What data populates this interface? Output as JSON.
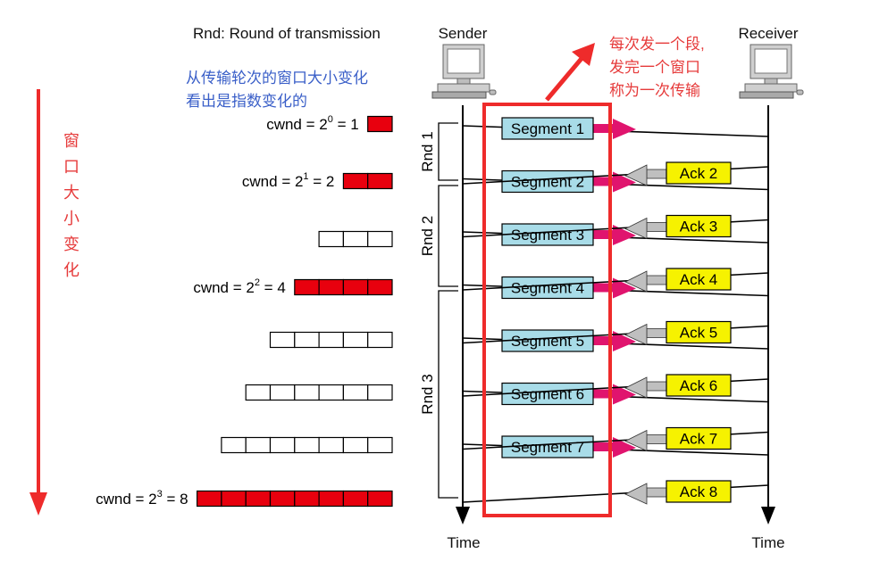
{
  "legend_text": "Rnd: Round of transmission",
  "sender_label": "Sender",
  "receiver_label": "Receiver",
  "time_label": "Time",
  "note_blue": [
    "从传输轮次的窗口大小变化",
    "看出是指数变化的"
  ],
  "note_red": [
    "每次发一个段,",
    "发完一个窗口",
    "称为一次传输"
  ],
  "vertical_note": [
    "窗",
    "口",
    "大",
    "小",
    "变",
    "化"
  ],
  "rounds": [
    "Rnd 1",
    "Rnd 2",
    "Rnd 3"
  ],
  "segments": [
    "Segment 1",
    "Segment 2",
    "Segment 3",
    "Segment 4",
    "Segment 5",
    "Segment 6",
    "Segment 7"
  ],
  "acks": [
    "Ack 2",
    "Ack 3",
    "Ack 4",
    "Ack 5",
    "Ack 6",
    "Ack 7",
    "Ack 8"
  ],
  "windows": [
    {
      "base": "cwnd = 2",
      "exp": "0",
      "tail": " = 1",
      "filled": 1,
      "total": 1
    },
    {
      "base": "cwnd = 2",
      "exp": "1",
      "tail": " = 2",
      "filled": 2,
      "total": 2
    },
    {
      "base": "",
      "exp": "",
      "tail": "",
      "filled": 0,
      "total": 3
    },
    {
      "base": "cwnd = 2",
      "exp": "2",
      "tail": " = 4",
      "filled": 4,
      "total": 4
    },
    {
      "base": "",
      "exp": "",
      "tail": "",
      "filled": 0,
      "total": 5
    },
    {
      "base": "",
      "exp": "",
      "tail": "",
      "filled": 0,
      "total": 6
    },
    {
      "base": "",
      "exp": "",
      "tail": "",
      "filled": 0,
      "total": 7
    },
    {
      "base": "cwnd = 2",
      "exp": "3",
      "tail": " = 8",
      "filled": 8,
      "total": 8
    }
  ],
  "colors": {
    "segment_fill": "#a8dce8",
    "ack_fill": "#f6f200",
    "arrow_magenta": "#e0146e",
    "arrow_gray": "#bfbfbf",
    "window_filled": "#e8000e",
    "highlight_box": "#ee2b2b",
    "note_blue": "#3a5fc8",
    "note_red": "#e63b3b"
  }
}
